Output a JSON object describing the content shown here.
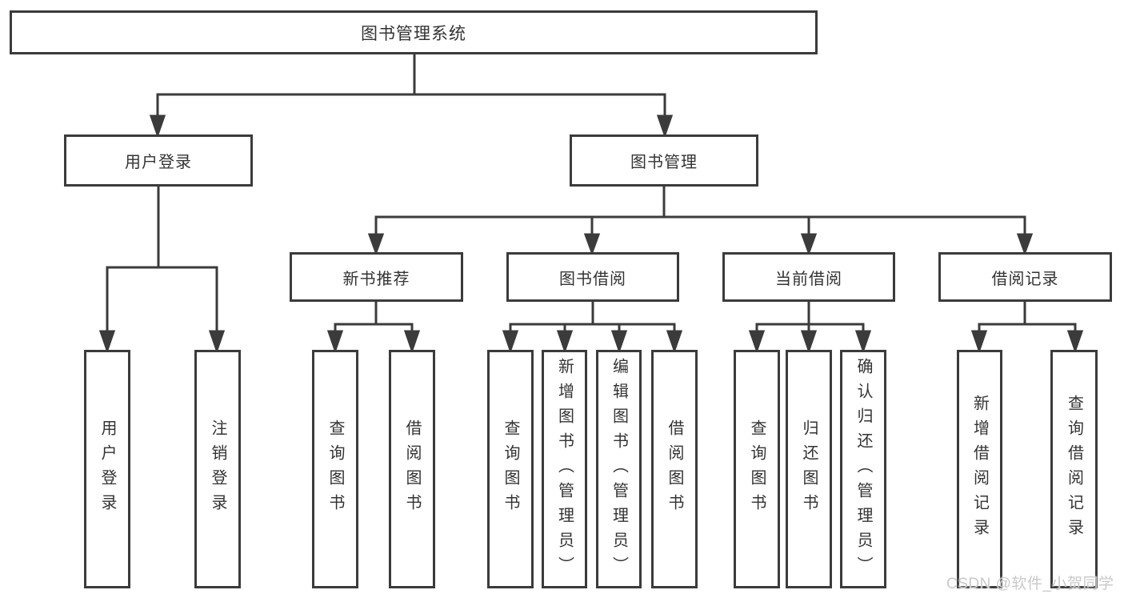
{
  "colors": {
    "line": "#3b3b3b",
    "text": "#333333",
    "background": "#ffffff",
    "watermark_text": "#c9c9c9"
  },
  "watermark": {
    "text": "CSDN @软件_小贺同学"
  },
  "diagram": {
    "type": "tree",
    "root": {
      "label": "图书管理系统"
    },
    "branches": [
      {
        "label": "用户登录",
        "children": [
          {
            "label": "用户登录"
          },
          {
            "label": "注销登录"
          }
        ]
      },
      {
        "label": "图书管理",
        "children": [
          {
            "label": "新书推荐",
            "children": [
              {
                "label": "查询图书"
              },
              {
                "label": "借阅图书"
              }
            ]
          },
          {
            "label": "图书借阅",
            "children": [
              {
                "label": "查询图书"
              },
              {
                "label": "新增图书（管理员）"
              },
              {
                "label": "编辑图书（管理员）"
              },
              {
                "label": "借阅图书"
              }
            ]
          },
          {
            "label": "当前借阅",
            "children": [
              {
                "label": "查询图书"
              },
              {
                "label": "归还图书"
              },
              {
                "label": "确认归还（管理员）"
              }
            ]
          },
          {
            "label": "借阅记录",
            "children": [
              {
                "label": "新增借阅记录"
              },
              {
                "label": "查询借阅记录"
              }
            ]
          }
        ]
      }
    ]
  }
}
